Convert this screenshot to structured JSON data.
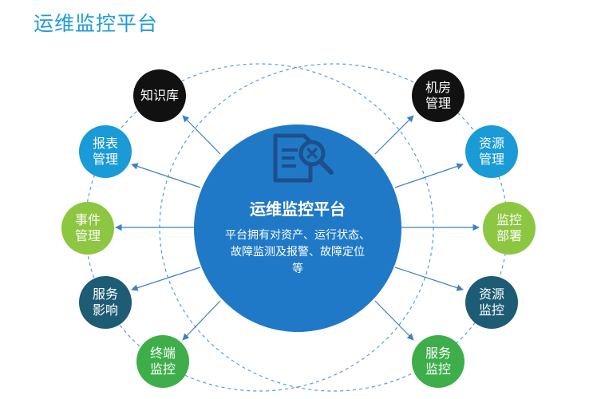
{
  "title": "运维监控平台",
  "hub": {
    "title": "运维监控平台",
    "desc_line1": "平台拥有对资产、运行状态、",
    "desc_line2": "故障监测及报警、故障定位",
    "desc_line3": "等"
  },
  "left_nodes": [
    {
      "line1": "知识库",
      "line2": "",
      "color": "#111111"
    },
    {
      "line1": "报表",
      "line2": "管理",
      "color": "#1a9ad6"
    },
    {
      "line1": "事件",
      "line2": "管理",
      "color": "#8dc641"
    },
    {
      "line1": "服务",
      "line2": "影响",
      "color": "#1e5b74"
    },
    {
      "line1": "终端",
      "line2": "监控",
      "color": "#3dae4a"
    }
  ],
  "right_nodes": [
    {
      "line1": "机房",
      "line2": "管理",
      "color": "#111111"
    },
    {
      "line1": "资源",
      "line2": "管理",
      "color": "#1a9ad6"
    },
    {
      "line1": "监控",
      "line2": "部署",
      "color": "#8dc641"
    },
    {
      "line1": "资源",
      "line2": "监控",
      "color": "#1e5b74"
    },
    {
      "line1": "服务",
      "line2": "监控",
      "color": "#3dae4a"
    }
  ],
  "colors": {
    "title": "#1d9bd7",
    "hub": "#2079c6",
    "connector": "#3b82c4",
    "dashed_ring": "#5b9bd5"
  },
  "icons": {
    "hub": "document-magnifier-icon",
    "connector": "arrow-icon"
  }
}
